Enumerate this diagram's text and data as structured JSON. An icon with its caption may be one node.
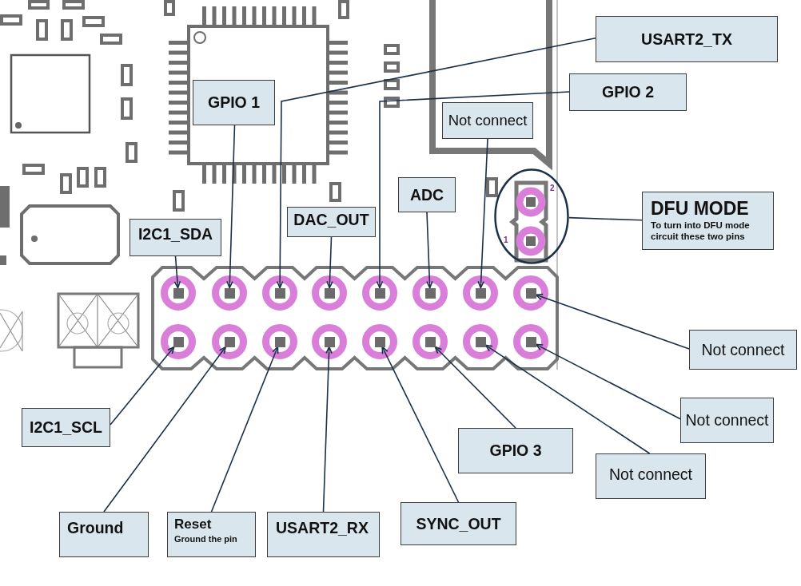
{
  "diagram": {
    "nodes": [
      {
        "text": [
          "USART2_TX"
        ]
      },
      {
        "text": [
          "GPIO 1"
        ]
      },
      {
        "text": [
          "GPIO 2"
        ]
      },
      {
        "text": [
          "Not connect"
        ]
      },
      {
        "text": [
          "ADC"
        ]
      },
      {
        "text": [],
        "shape": "circle"
      },
      {
        "text": [
          "DFU MODE",
          "To turn into DFU mode circuit these two pins"
        ]
      },
      {
        "text": [
          "DAC_OUT"
        ]
      },
      {
        "text": [
          "I2C1_SDA"
        ]
      },
      {
        "text": [],
        "shape": "box"
      },
      {
        "text": [],
        "shape": "box"
      },
      {
        "text": [],
        "shape": "box"
      },
      {
        "text": [],
        "shape": "box"
      },
      {
        "text": [],
        "shape": "box"
      },
      {
        "text": [],
        "shape": "box"
      },
      {
        "text": [],
        "shape": "box"
      },
      {
        "text": [],
        "shape": "box"
      },
      {
        "text": [],
        "shape": "box"
      },
      {
        "text": [],
        "shape": "box"
      },
      {
        "text": [],
        "shape": "box"
      },
      {
        "text": [],
        "shape": "box"
      },
      {
        "text": [],
        "shape": "box"
      },
      {
        "text": [],
        "shape": "box"
      },
      {
        "text": [],
        "shape": "box"
      },
      {
        "text": [],
        "shape": "box"
      },
      {
        "text": [
          "Not connect"
        ]
      },
      {
        "text": [
          "Not connect"
        ]
      },
      {
        "text": [
          "I2C1_SCL"
        ]
      },
      {
        "text": [
          "GPIO 3"
        ]
      },
      {
        "text": [
          "Not connect"
        ]
      },
      {
        "text": [
          "SYNC_OUT"
        ]
      },
      {
        "text": [
          "Ground"
        ]
      },
      {
        "text": [
          "Reset",
          "Ground the pin"
        ]
      },
      {
        "text": [
          "USART2_RX"
        ]
      }
    ],
    "edges": [
      {
        "from": 0,
        "to": 11,
        "arrow": "to"
      },
      {
        "from": 1,
        "to": 10,
        "arrow": "to"
      },
      {
        "from": 2,
        "to": 13,
        "arrow": "to"
      },
      {
        "from": 3,
        "to": 15,
        "arrow": "to"
      },
      {
        "from": 4,
        "to": 14,
        "arrow": "to"
      },
      {
        "from": 6,
        "to": 5,
        "arrow": "none"
      },
      {
        "from": 7,
        "to": 12,
        "arrow": "to"
      },
      {
        "from": 8,
        "to": 9,
        "arrow": "to"
      },
      {
        "from": 25,
        "to": 16,
        "arrow": "to"
      },
      {
        "from": 26,
        "to": 24,
        "arrow": "to"
      },
      {
        "from": 27,
        "to": 17,
        "arrow": "to"
      },
      {
        "from": 28,
        "to": 22,
        "arrow": "to"
      },
      {
        "from": 29,
        "to": 23,
        "arrow": "to"
      },
      {
        "from": 30,
        "to": 21,
        "arrow": "to"
      },
      {
        "from": 31,
        "to": 18,
        "arrow": "to"
      },
      {
        "from": 32,
        "to": 19,
        "arrow": "to"
      },
      {
        "from": 33,
        "to": 20,
        "arrow": "to"
      }
    ],
    "labels": [
      "2",
      "1"
    ]
  }
}
